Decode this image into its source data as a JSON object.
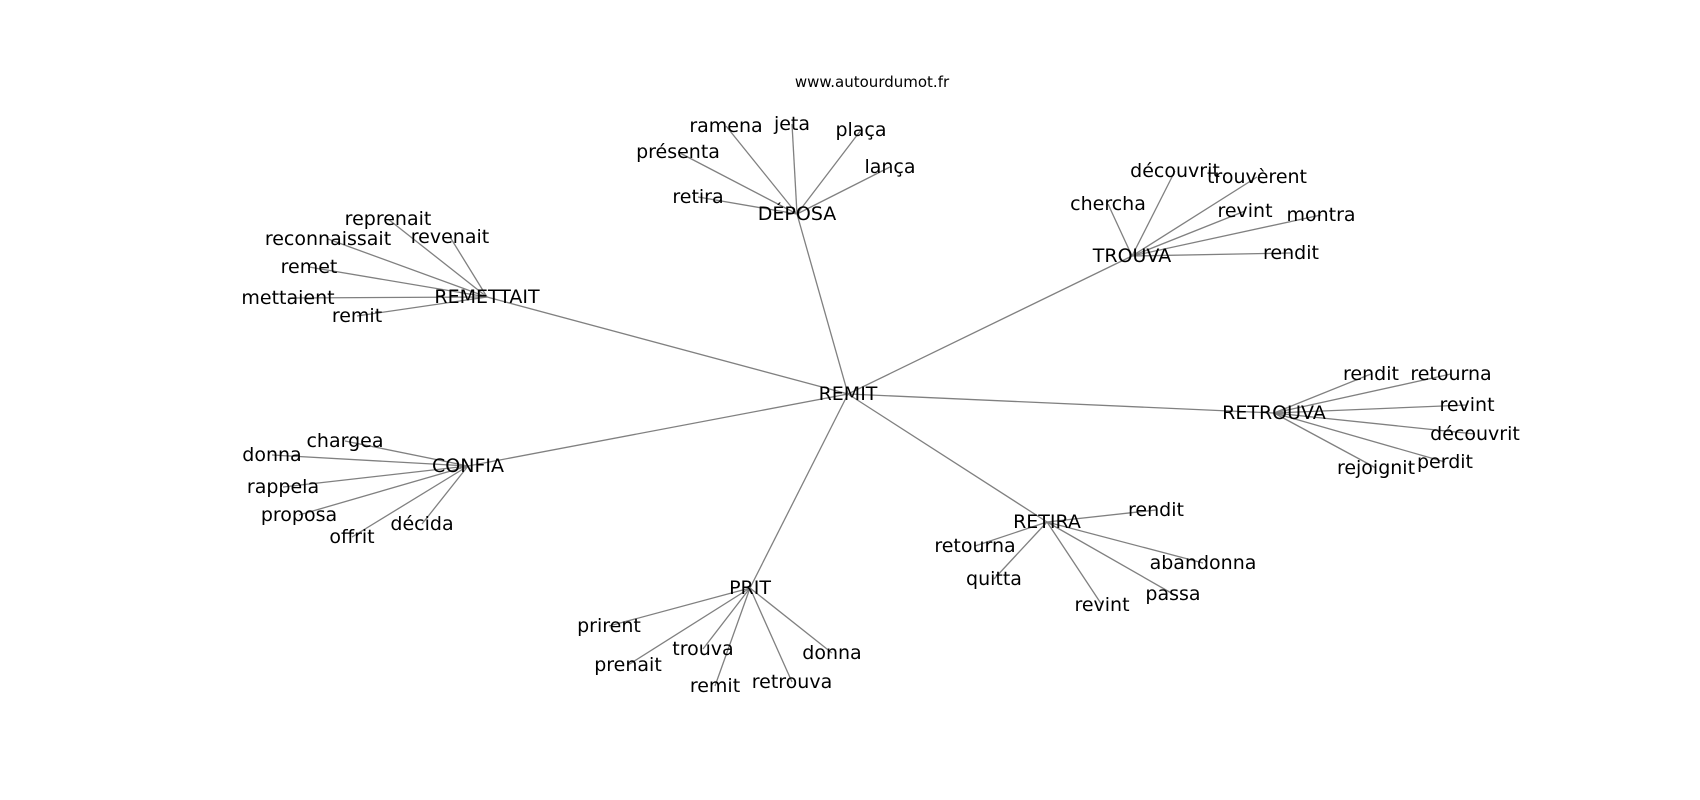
{
  "site": "www.autourdumot.fr",
  "root": "REMIT",
  "hubs": [
    {
      "id": "deposa",
      "label": "DÉPOSA",
      "words": [
        "ramena",
        "jeta",
        "plaça",
        "présenta",
        "lança",
        "retira"
      ]
    },
    {
      "id": "trouva",
      "label": "TROUVA",
      "words": [
        "découvrit",
        "trouvèrent",
        "chercha",
        "revint",
        "montra",
        "rendit"
      ]
    },
    {
      "id": "remettait",
      "label": "REMETTAIT",
      "words": [
        "reprenait",
        "reconnaissait",
        "revenait",
        "remet",
        "mettaient",
        "remit"
      ]
    },
    {
      "id": "retrouva",
      "label": "RETROUVA",
      "words": [
        "rendit",
        "retourna",
        "revint",
        "découvrit",
        "perdit",
        "rejoignit"
      ]
    },
    {
      "id": "confia",
      "label": "CONFIA",
      "words": [
        "chargea",
        "donna",
        "rappela",
        "proposa",
        "offrit",
        "décida"
      ]
    },
    {
      "id": "retira",
      "label": "RETIRA",
      "words": [
        "rendit",
        "retourna",
        "quitta",
        "abandonna",
        "passa",
        "revint"
      ]
    },
    {
      "id": "prit",
      "label": "PRIT",
      "words": [
        "prirent",
        "prenait",
        "trouva",
        "remit",
        "retrouva",
        "donna"
      ]
    }
  ]
}
